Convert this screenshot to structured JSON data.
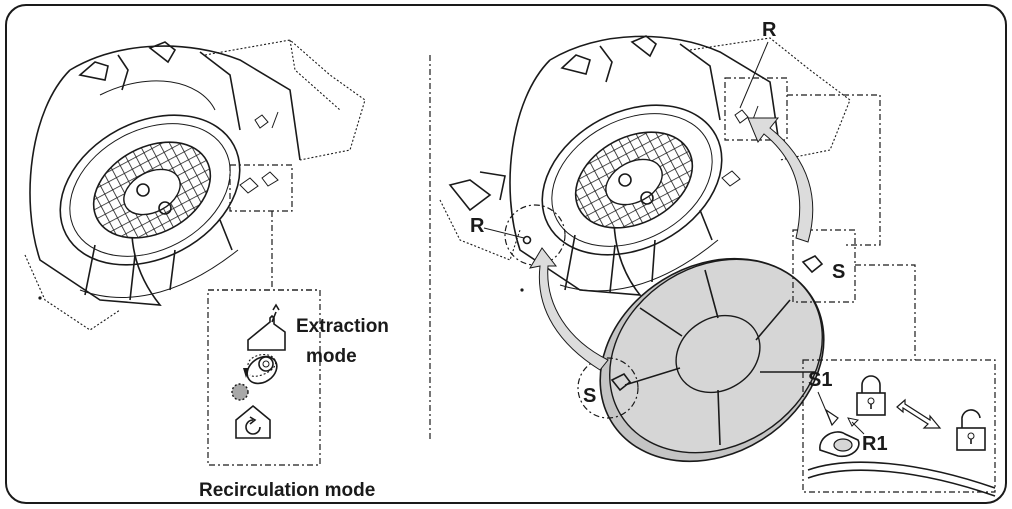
{
  "left": {
    "extraction_mode": [
      "Extraction",
      "mode"
    ],
    "recirculation_mode": "Recirculation mode"
  },
  "right": {
    "labels": {
      "R_top": "R",
      "R_left": "R",
      "S_right": "S",
      "S_bottom": "S",
      "S1": "S1",
      "R1": "R1"
    },
    "icons": [
      "lock-closed-icon",
      "lock-open-icon",
      "double-arrow-icon"
    ]
  },
  "colors": {
    "filter_fill": "#d6d6d6",
    "arrow_fill": "#dcdcdc",
    "line": "#1a1a1a"
  }
}
